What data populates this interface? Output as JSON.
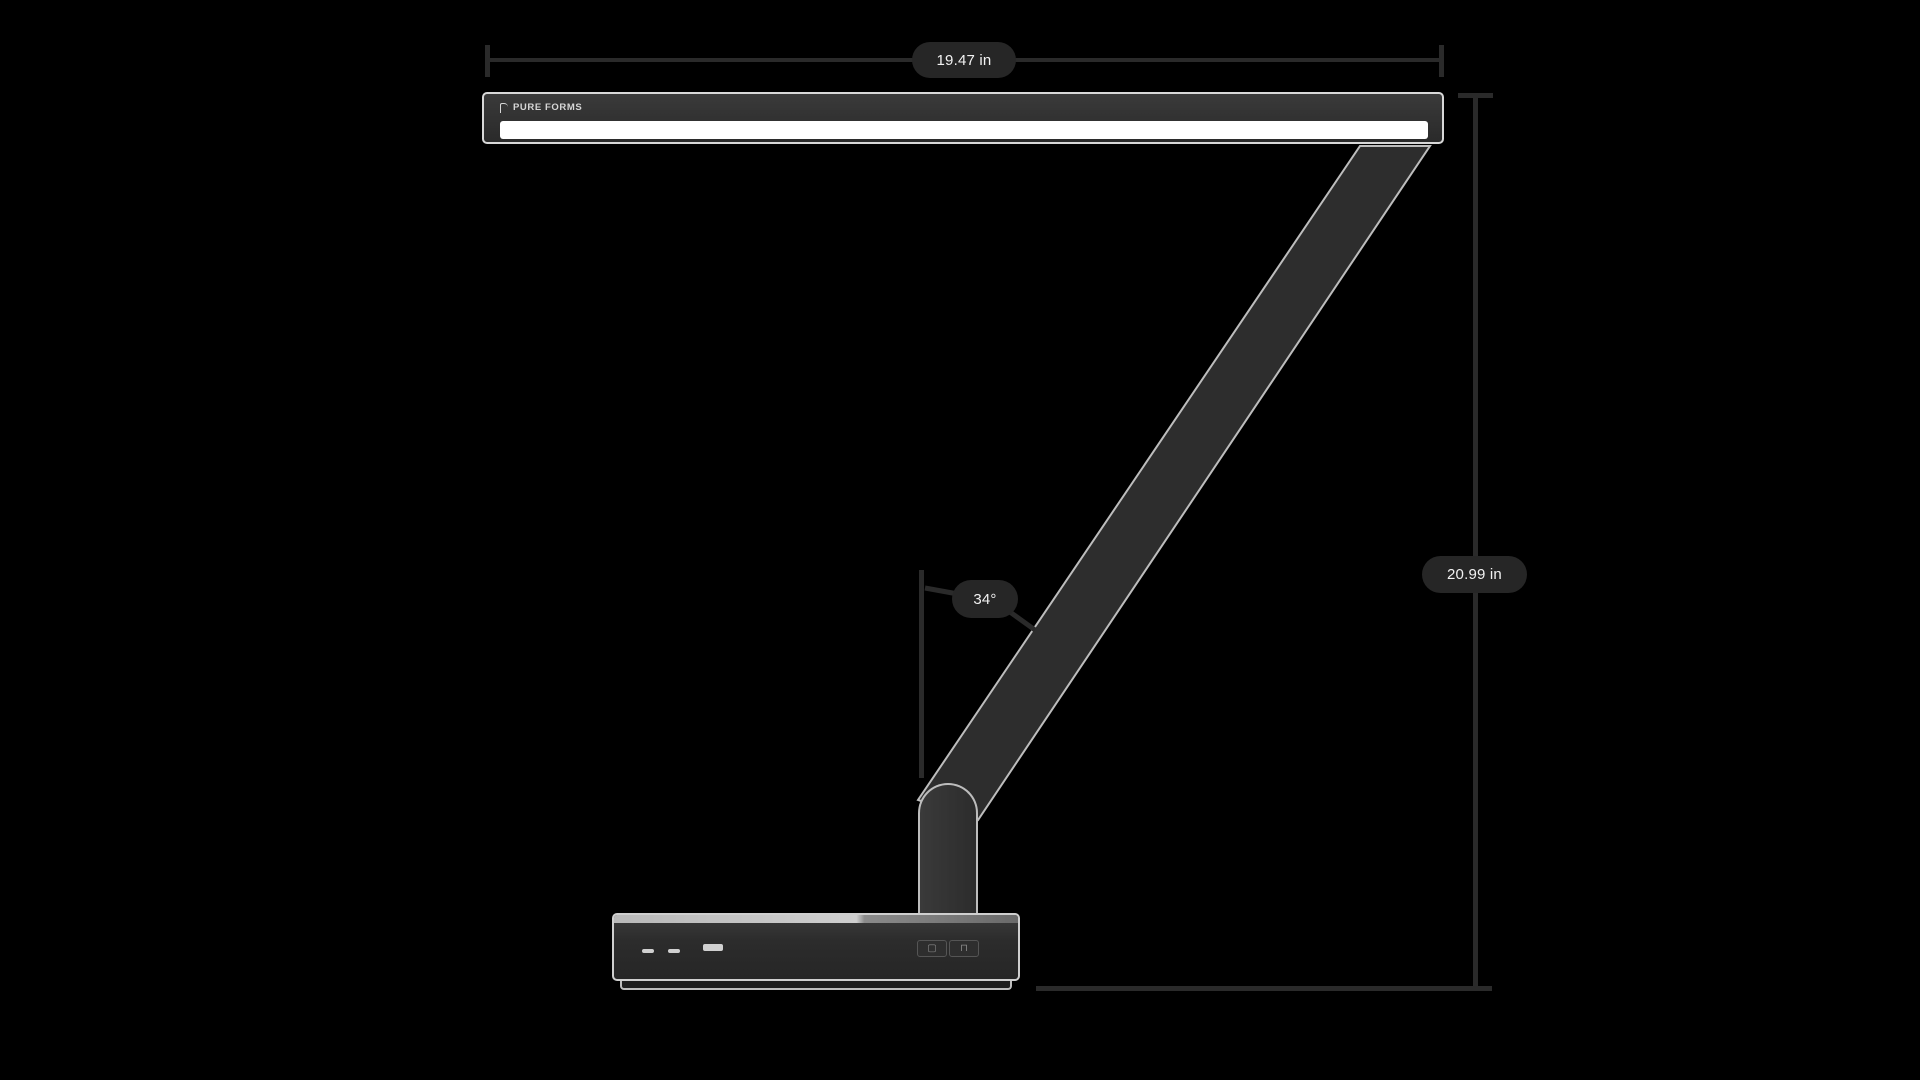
{
  "product": {
    "brand": "PURE FORMS",
    "type": "desk lamp dimension diagram"
  },
  "dimensions": {
    "width": {
      "label": "19.47 in",
      "value": 19.47,
      "unit": "in"
    },
    "height": {
      "label": "20.99 in",
      "value": 20.99,
      "unit": "in"
    },
    "arm_angle": {
      "label": "34°",
      "value": 34,
      "unit": "deg"
    }
  },
  "base": {
    "ports": [
      "usb-c-port",
      "usb-c-port",
      "usb-a-port"
    ],
    "buttons": [
      "camera-icon",
      "light-icon"
    ]
  },
  "colors": {
    "background": "#000000",
    "dimension_line": "#2a2a2a",
    "label_pill": "#262626",
    "label_text": "#f2f2f2",
    "lamp_body": "#2e2e2e",
    "light_strip": "#ffffff"
  }
}
